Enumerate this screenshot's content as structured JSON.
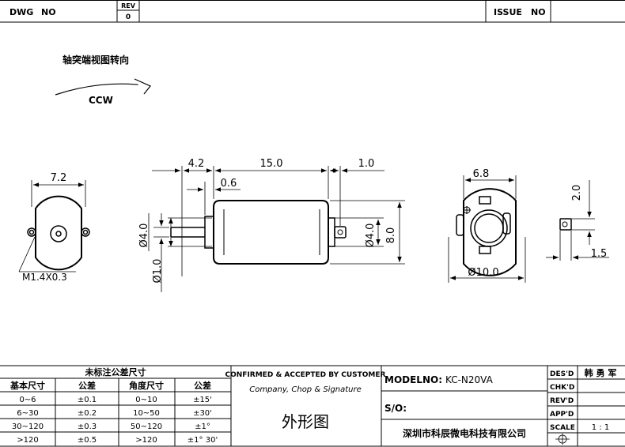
{
  "header": {
    "dwg_label": "DWG",
    "dwg_no_label": "NO",
    "rev_label": "REV",
    "rev_value": "0",
    "issue_label": "ISSUE",
    "issue_no_label": "NO"
  },
  "rotation": {
    "title": "轴突端视图转向",
    "direction": "CCW"
  },
  "front_view": {
    "width_dim": "7.2",
    "screw_callout": "M1.4X0.3"
  },
  "side_view": {
    "dim_shaft_length": "4.2",
    "dim_body_length": "15.0",
    "dim_terminal_length": "1.0",
    "dim_gap": "0.6",
    "dim_shaft_dia": "Ø4.0",
    "dim_pin_dia": "Ø1.0",
    "dim_rear_dia": "Ø4.0",
    "dim_body_height": "8.0"
  },
  "rear_view": {
    "dim_flat_width": "6.8",
    "dim_diameter": "Ø10.0"
  },
  "terminal_view": {
    "dim_height": "2.0",
    "dim_width": "1.5"
  },
  "tolerance_table": {
    "title": "未标注公差尺寸",
    "headers": [
      "基本尺寸",
      "公差",
      "角度尺寸",
      "公差"
    ],
    "rows": [
      [
        "0~6",
        "±0.1",
        "0~10",
        "±15'"
      ],
      [
        "6~30",
        "±0.2",
        "10~50",
        "±30'"
      ],
      [
        "30~120",
        "±0.3",
        "50~120",
        "±1°"
      ],
      [
        ">120",
        "±0.5",
        ">120",
        "±1° 30'"
      ]
    ]
  },
  "confirmation": {
    "title": "CONFIRMED & ACCEPTED BY CUSTOMER",
    "subtitle": "Company, Chop & Signature",
    "drawing_name": "外形图"
  },
  "model": {
    "model_label": "MODELNO:",
    "model_value": "KC-N20VA",
    "so_label": "S/O:",
    "company": "深圳市科辰微电科技有限公司"
  },
  "signoff": {
    "des_label": "DES'D",
    "des_value": "韩 勇 军",
    "chk_label": "CHK'D",
    "rev_label": "REV'D",
    "app_label": "APP'D",
    "scale_label": "SCALE",
    "scale_value": "1 : 1"
  }
}
